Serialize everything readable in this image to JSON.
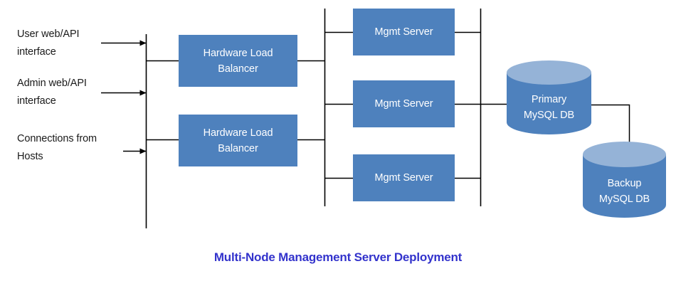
{
  "diagram": {
    "caption": "Multi-Node Management Server Deployment",
    "colors": {
      "node_fill": "#4E81BD",
      "cylinder_body": "#4E81BD",
      "cylinder_top": "#95B3D7",
      "line": "#000000",
      "caption_text": "#3333CC",
      "node_text": "#FFFFFF",
      "label_text": "#1A1A1A",
      "background": "#FFFFFF"
    },
    "inputs": [
      {
        "id": "user-web-api",
        "label": "User web/API\ninterface"
      },
      {
        "id": "admin-web-api",
        "label": "Admin web/API\ninterface"
      },
      {
        "id": "connections-from-hosts",
        "label": "Connections from\nHosts"
      }
    ],
    "load_balancers": [
      {
        "id": "lb-1",
        "label": "Hardware Load\nBalancer"
      },
      {
        "id": "lb-2",
        "label": "Hardware Load\nBalancer"
      }
    ],
    "mgmt_servers": [
      {
        "id": "mgmt-1",
        "label": "Mgmt Server"
      },
      {
        "id": "mgmt-2",
        "label": "Mgmt Server"
      },
      {
        "id": "mgmt-3",
        "label": "Mgmt Server"
      }
    ],
    "databases": [
      {
        "id": "db-primary",
        "label": "Primary\nMySQL DB"
      },
      {
        "id": "db-backup",
        "label": "Backup\nMySQL DB"
      }
    ]
  }
}
